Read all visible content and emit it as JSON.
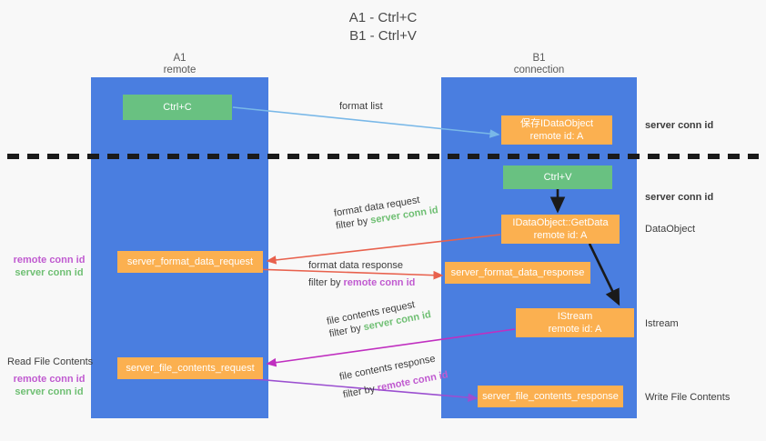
{
  "title": {
    "line1": "A1 - Ctrl+C",
    "line2": "B1 - Ctrl+V"
  },
  "columns": [
    {
      "name": "A1",
      "role": "remote"
    },
    {
      "name": "B1",
      "role": "connection"
    }
  ],
  "colors": {
    "lane": "#4a7ee0",
    "green_node": "#69c181",
    "orange_node": "#fbb050",
    "server_conn": "#6fbf73",
    "remote_conn": "#c05ad0",
    "arrow_blue": "#79b8e8",
    "arrow_red": "#e8614d",
    "arrow_magenta": "#c02fc0",
    "arrow_purple": "#9b4fd0",
    "arrow_dark": "#1a1a1a",
    "divider": "#1a1a1a"
  },
  "nodes": {
    "ctrl_c": "Ctrl+C",
    "ctrl_v": "Ctrl+V",
    "idataobject_title": "保存IDataObject",
    "idataobject_sub": "remote id: A",
    "getdata_title": "IDataObject::GetData",
    "getdata_sub": "remote id: A",
    "istream_title": "IStream",
    "istream_sub": "remote id: A",
    "server_format_data_request": "server_format_data_request",
    "server_format_data_response": "server_format_data_response",
    "server_file_contents_request": "server_file_contents_request",
    "server_file_contents_response": "server_file_contents_response"
  },
  "middle_labels": {
    "format_list": "format list",
    "format_data_request": "format data request",
    "format_data_request_filter_prefix": "filter by ",
    "format_data_request_filter_value": "server conn id",
    "format_data_response": "format data response",
    "format_data_response_filter_prefix": "filter by ",
    "format_data_response_filter_value": "remote conn id",
    "file_contents_request": "file contents request",
    "file_contents_request_filter_prefix": "filter by ",
    "file_contents_request_filter_value": "server conn id",
    "file_contents_response": "file contents response",
    "file_contents_response_filter_prefix": "filter by ",
    "file_contents_response_filter_value": "remote conn id"
  },
  "right_labels": {
    "server_conn_id_top": "server conn id",
    "server_conn_id_second": "server conn id",
    "dataobject": "DataObject",
    "istream": "Istream",
    "write_file_contents": "Write File Contents"
  },
  "left_labels": {
    "remote_conn_id_1": "remote conn id",
    "server_conn_id_1": "server conn id",
    "read_file_contents": "Read File Contents",
    "remote_conn_id_2": "remote conn id",
    "server_conn_id_2": "server conn id"
  }
}
